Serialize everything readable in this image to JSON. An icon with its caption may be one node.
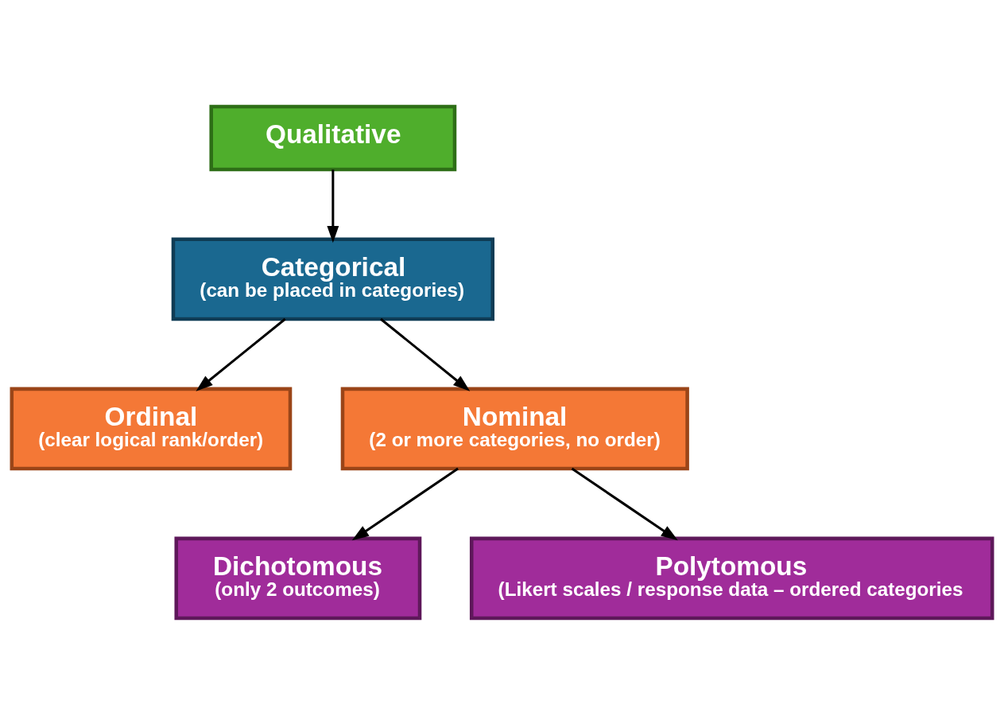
{
  "diagram": {
    "nodes": [
      {
        "text": [
          "Qualitative"
        ]
      },
      {
        "text": [
          "Categorical",
          "(can be placed in categories)"
        ]
      },
      {
        "text": [
          "Ordinal",
          "(clear logical rank/order)"
        ]
      },
      {
        "text": [
          "Nominal",
          "(2 or more categories, no order)"
        ]
      },
      {
        "text": [
          "Dichotomous",
          "(only 2 outcomes)"
        ]
      },
      {
        "text": [
          "Polytomous",
          "(Likert scales / response data – ordered categories"
        ]
      }
    ],
    "edges": [
      {
        "from": 0,
        "to": 1,
        "arrow": "to"
      },
      {
        "from": 1,
        "to": 2,
        "arrow": "to"
      },
      {
        "from": 1,
        "to": 3,
        "arrow": "to"
      },
      {
        "from": 3,
        "to": 4,
        "arrow": "to"
      },
      {
        "from": 3,
        "to": 5,
        "arrow": "to"
      }
    ]
  }
}
